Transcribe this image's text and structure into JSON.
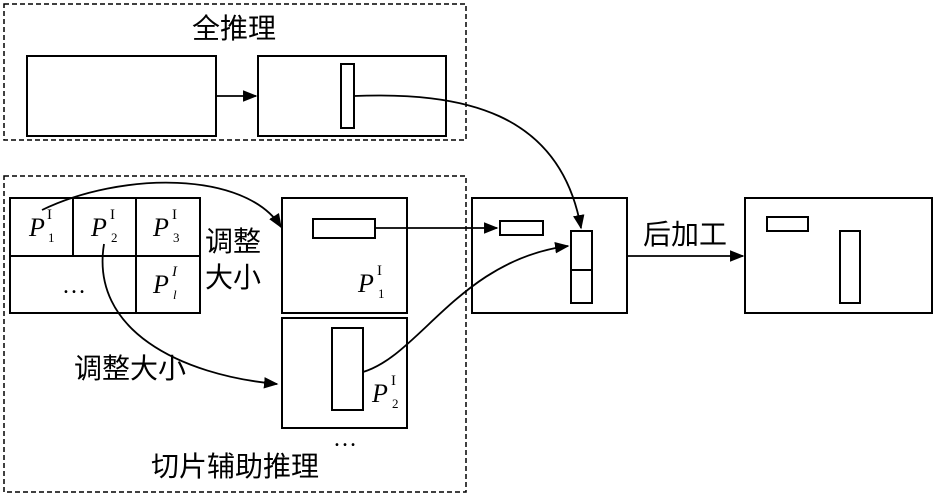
{
  "labels": {
    "full_inference": "全推理",
    "resize_left_line1": "调整",
    "resize_left_line2": "大小",
    "resize_bottom": "调整大小",
    "post_processing": "后加工",
    "slice_aided_inference": "切片辅助推理",
    "ellipsis": "…"
  },
  "patches": {
    "symbol": "P",
    "superscript": "I",
    "p1_sub": "1",
    "p2_sub": "2",
    "p3_sub": "3",
    "pl_sup": "I",
    "pl_sub": "l"
  }
}
